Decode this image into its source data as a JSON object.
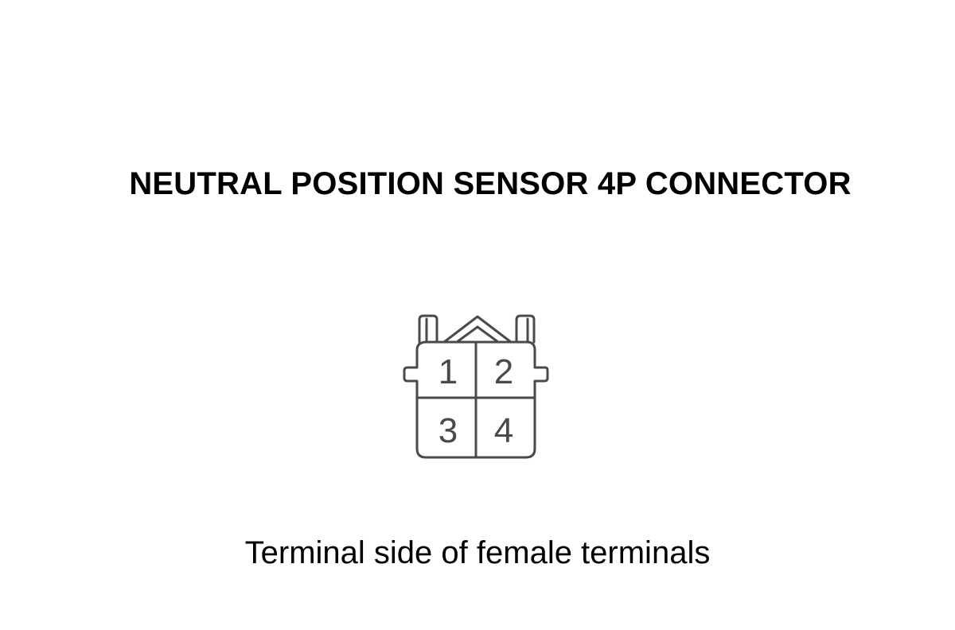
{
  "diagram": {
    "title": "NEUTRAL POSITION SENSOR 4P CONNECTOR",
    "connector": {
      "pins": [
        {
          "label": "1"
        },
        {
          "label": "2"
        },
        {
          "label": "3"
        },
        {
          "label": "4"
        }
      ]
    },
    "caption": "Terminal side of female terminals"
  },
  "colors": {
    "outline": "#4a4a4a",
    "text": "#000000",
    "background": "#ffffff"
  }
}
